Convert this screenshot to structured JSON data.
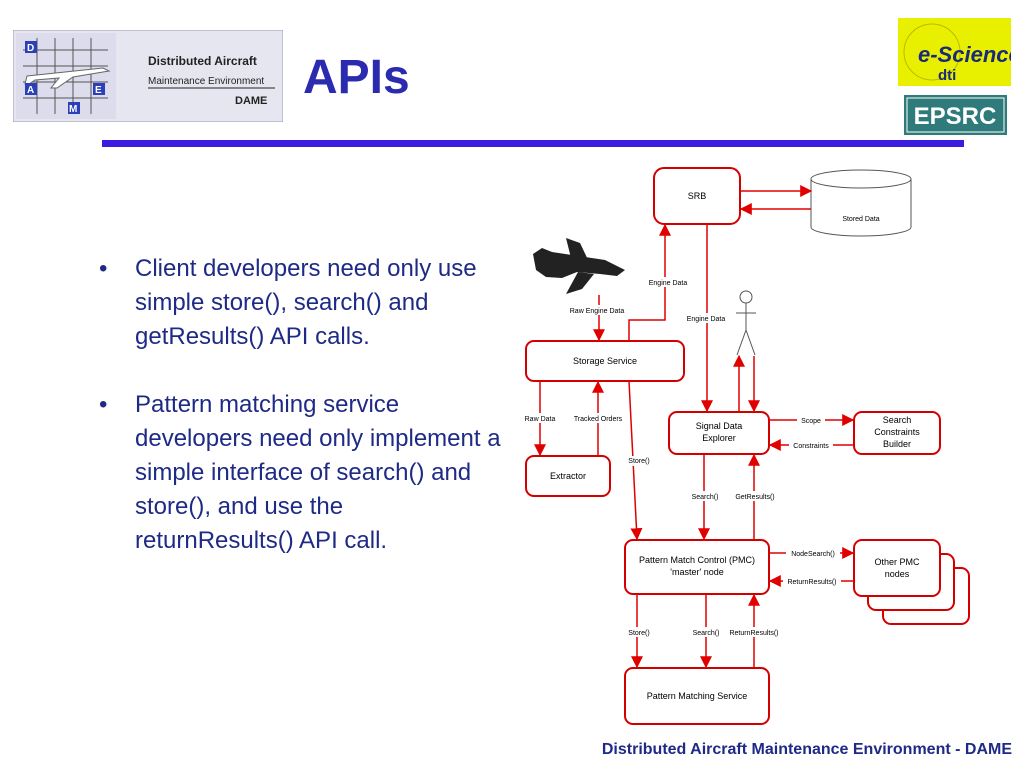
{
  "header": {
    "title": "APIs",
    "dame_logo": {
      "line1": "Distributed Aircraft",
      "line2": "Maintenance Environment",
      "line3": "DAME",
      "letters": [
        "D",
        "A",
        "E",
        "M"
      ]
    },
    "escience_logo": {
      "text": "e-Science",
      "sub": "dti"
    },
    "epsrc_logo": {
      "text": "EPSRC"
    },
    "accent_color": "#3a1be0"
  },
  "bullets": [
    "Client developers need only use simple store(), search() and getResults() API calls.",
    "Pattern matching service developers need only implement a simple interface of search() and store(), and use the returnResults() API call."
  ],
  "diagram": {
    "boxes": {
      "srb": "SRB",
      "stored_data": "Stored Data",
      "storage_service": "Storage Service",
      "extractor": "Extractor",
      "signal_data_explorer": [
        "Signal Data",
        "Explorer"
      ],
      "search_constraints_builder": [
        "Search",
        "Constraints",
        "Builder"
      ],
      "pmc": [
        "Pattern Match Control (PMC)",
        "'master' node"
      ],
      "other_pmc": [
        "Other PMC",
        "nodes"
      ],
      "pattern_matching_service": "Pattern Matching Service"
    },
    "labels": {
      "engine_data_up": "Engine Data",
      "engine_data_down": "Engine Data",
      "raw_engine_data": "Raw Engine Data",
      "raw_data": "Raw Data",
      "tracked_orders": "Tracked Orders",
      "store_1": "Store()",
      "scope": "Scope",
      "constraints": "Constraints",
      "search_1": "Search()",
      "get_results": "GetResults()",
      "node_search": "NodeSearch()",
      "return_results_1": "ReturnResults()",
      "store_2": "Store()",
      "search_2": "Search()",
      "return_results_2": "ReturnResults()"
    },
    "box_color": "#d40000",
    "arrow_color": "#e00000"
  },
  "footer": "Distributed Aircraft Maintenance Environment - DAME"
}
